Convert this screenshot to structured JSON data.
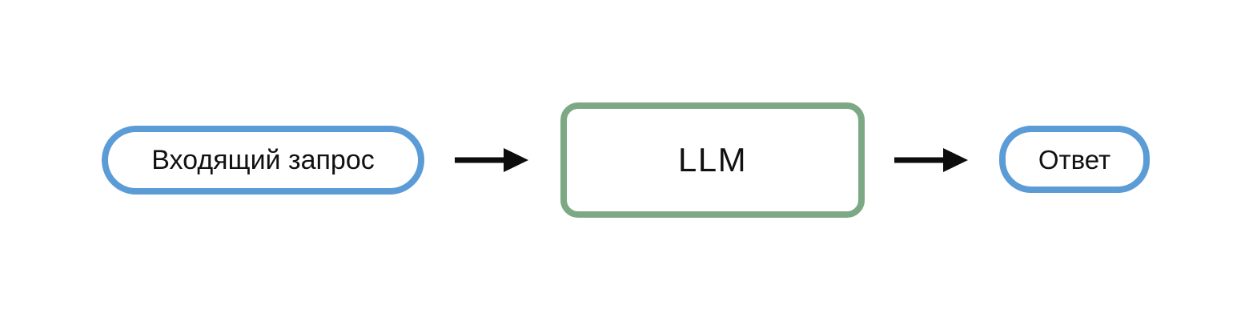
{
  "diagram": {
    "nodes": [
      {
        "id": "input-request",
        "label": "Входящий запрос",
        "shape": "pill",
        "border_color": "#5b9cd6"
      },
      {
        "id": "llm",
        "label": "LLM",
        "shape": "rounded-rect",
        "border_color": "#7ca983"
      },
      {
        "id": "answer",
        "label": "Ответ",
        "shape": "pill",
        "border_color": "#5b9cd6"
      }
    ],
    "edges": [
      {
        "from": "input-request",
        "to": "llm",
        "style": "arrow-right",
        "color": "#0d0d0d"
      },
      {
        "from": "llm",
        "to": "answer",
        "style": "arrow-right",
        "color": "#0d0d0d"
      }
    ]
  },
  "colors": {
    "background": "#ffffff",
    "node_fill": "#ffffff",
    "blue_border": "#5b9cd6",
    "green_border": "#7ca983",
    "arrow": "#0d0d0d",
    "text": "#111111"
  }
}
